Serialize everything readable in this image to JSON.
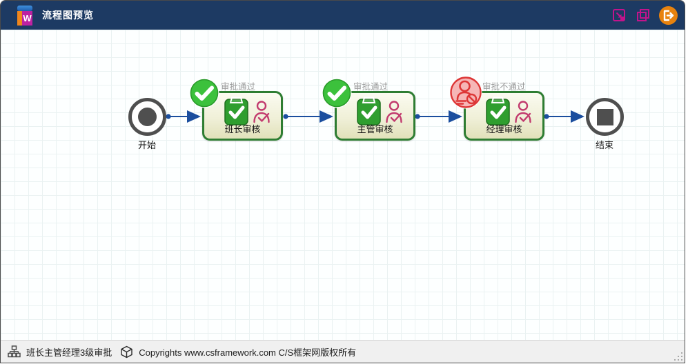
{
  "window": {
    "title": "流程图预览",
    "logo_letter": "W"
  },
  "flowchart": {
    "start_label": "开始",
    "end_label": "结束",
    "nodes": [
      {
        "label": "班长审核",
        "status": "审批通过",
        "result": "pass"
      },
      {
        "label": "主管审核",
        "status": "审批通过",
        "result": "pass"
      },
      {
        "label": "经理审核",
        "status": "审批不通过",
        "result": "fail"
      }
    ]
  },
  "statusbar": {
    "workflow_name": "班长主管经理3级审批",
    "copyright": "Copyrights www.csframework.com C/S框架网版权所有"
  },
  "colors": {
    "titlebar_bg": "#1d3a63",
    "accent_magenta": "#c2148c",
    "close_orange": "#e8820e",
    "node_border": "#2e7d32",
    "node_fill": "#f0f0d8",
    "badge_pass": "#3cc13c",
    "badge_fail": "#dd3636",
    "connector_blue": "#1b4e9e",
    "person_icon": "#c23b6e"
  }
}
